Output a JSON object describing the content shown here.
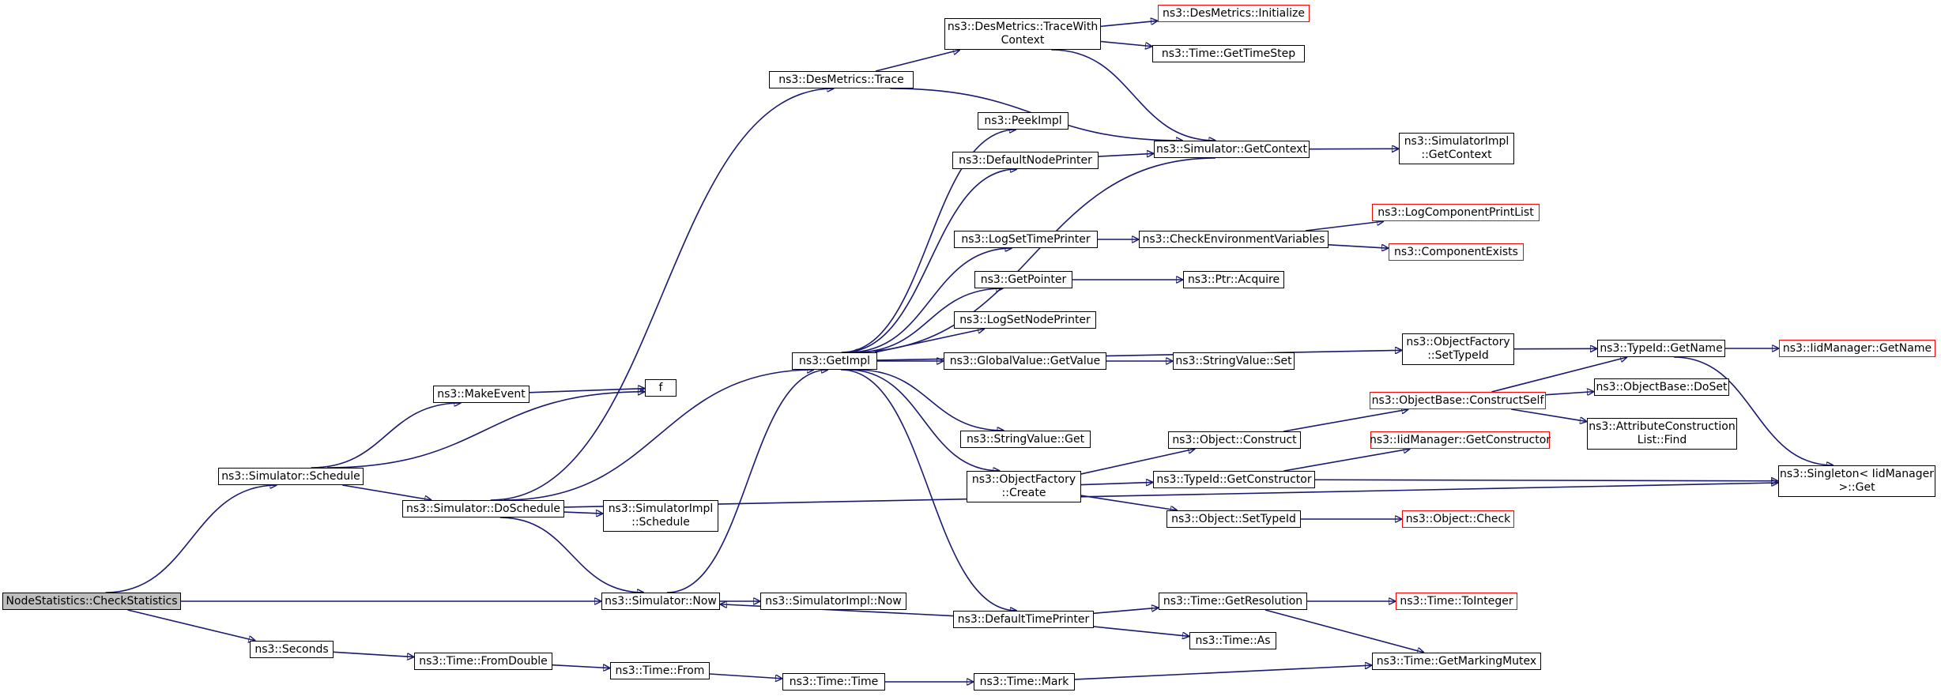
{
  "colors": {
    "edge": "#191970",
    "node_border": "#000000",
    "incomplete_border": "#ff0000",
    "root_fill": "#bfbfbf"
  },
  "nodes": [
    {
      "id": "checkstatistics",
      "label": "NodeStatistics::CheckStatistics",
      "kind": "root"
    },
    {
      "id": "schedule",
      "label": "ns3::Simulator::Schedule"
    },
    {
      "id": "makeevent",
      "label": "ns3::MakeEvent"
    },
    {
      "id": "f",
      "label": "f"
    },
    {
      "id": "doschedule",
      "label": "ns3::Simulator::DoSchedule"
    },
    {
      "id": "simimpl_schedule",
      "label": "ns3::SimulatorImpl\n::Schedule"
    },
    {
      "id": "now",
      "label": "ns3::Simulator::Now"
    },
    {
      "id": "simimpl_now",
      "label": "ns3::SimulatorImpl::Now"
    },
    {
      "id": "seconds",
      "label": "ns3::Seconds"
    },
    {
      "id": "fromdouble",
      "label": "ns3::Time::FromDouble"
    },
    {
      "id": "timefrom",
      "label": "ns3::Time::From"
    },
    {
      "id": "timetime",
      "label": "ns3::Time::Time"
    },
    {
      "id": "timemark",
      "label": "ns3::Time::Mark"
    },
    {
      "id": "getmarkingmutex",
      "label": "ns3::Time::GetMarkingMutex"
    },
    {
      "id": "desmetrics_trace",
      "label": "ns3::DesMetrics::Trace"
    },
    {
      "id": "tracewithcontext",
      "label": "ns3::DesMetrics::TraceWith\nContext"
    },
    {
      "id": "desmetrics_init",
      "label": "ns3::DesMetrics::Initialize",
      "kind": "incomplete"
    },
    {
      "id": "gettimestep",
      "label": "ns3::Time::GetTimeStep"
    },
    {
      "id": "getcontext",
      "label": "ns3::Simulator::GetContext"
    },
    {
      "id": "simimpl_getcontext",
      "label": "ns3::SimulatorImpl\n::GetContext"
    },
    {
      "id": "getimpl",
      "label": "ns3::GetImpl"
    },
    {
      "id": "peekimpl",
      "label": "ns3::PeekImpl"
    },
    {
      "id": "defaultnodeprinter",
      "label": "ns3::DefaultNodePrinter"
    },
    {
      "id": "logsettimeprinter",
      "label": "ns3::LogSetTimePrinter"
    },
    {
      "id": "checkenv",
      "label": "ns3::CheckEnvironmentVariables"
    },
    {
      "id": "logcomponentprintlist",
      "label": "ns3::LogComponentPrintList",
      "kind": "incomplete"
    },
    {
      "id": "componentexists",
      "label": "ns3::ComponentExists",
      "kind": "incomplete"
    },
    {
      "id": "getpointer",
      "label": "ns3::GetPointer"
    },
    {
      "id": "ptracquire",
      "label": "ns3::Ptr::Acquire"
    },
    {
      "id": "logsetnodeprinter",
      "label": "ns3::LogSetNodePrinter"
    },
    {
      "id": "globalvalue_getvalue",
      "label": "ns3::GlobalValue::GetValue"
    },
    {
      "id": "stringvalue_set",
      "label": "ns3::StringValue::Set"
    },
    {
      "id": "stringvalue_get",
      "label": "ns3::StringValue::Get"
    },
    {
      "id": "objectfactory_create",
      "label": "ns3::ObjectFactory\n::Create"
    },
    {
      "id": "objectfactory_settypeid",
      "label": "ns3::ObjectFactory\n::SetTypeId"
    },
    {
      "id": "typeid_getname",
      "label": "ns3::TypeId::GetName"
    },
    {
      "id": "iidmanager_getname",
      "label": "ns3::IidManager::GetName",
      "kind": "incomplete"
    },
    {
      "id": "constructself",
      "label": "ns3::ObjectBase::ConstructSelf",
      "kind": "incomplete"
    },
    {
      "id": "objectbase_doset",
      "label": "ns3::ObjectBase::DoSet"
    },
    {
      "id": "attrconstructionlist_find",
      "label": "ns3::AttributeConstruction\nList::Find"
    },
    {
      "id": "object_construct",
      "label": "ns3::Object::Construct"
    },
    {
      "id": "iidmanager_getconstructor",
      "label": "ns3::IidManager::GetConstructor",
      "kind": "incomplete"
    },
    {
      "id": "typeid_getconstructor",
      "label": "ns3::TypeId::GetConstructor"
    },
    {
      "id": "singleton_get",
      "label": "ns3::Singleton< IidManager\n>::Get"
    },
    {
      "id": "object_settypeid",
      "label": "ns3::Object::SetTypeId"
    },
    {
      "id": "object_check",
      "label": "ns3::Object::Check",
      "kind": "incomplete"
    },
    {
      "id": "defaulttimeprinter",
      "label": "ns3::DefaultTimePrinter"
    },
    {
      "id": "getresolution",
      "label": "ns3::Time::GetResolution"
    },
    {
      "id": "timeas",
      "label": "ns3::Time::As"
    },
    {
      "id": "tointeger",
      "label": "ns3::Time::ToInteger",
      "kind": "incomplete"
    }
  ],
  "edges": [
    [
      "checkstatistics",
      "schedule"
    ],
    [
      "checkstatistics",
      "now"
    ],
    [
      "checkstatistics",
      "seconds"
    ],
    [
      "schedule",
      "makeevent"
    ],
    [
      "schedule",
      "f"
    ],
    [
      "schedule",
      "doschedule"
    ],
    [
      "makeevent",
      "f"
    ],
    [
      "doschedule",
      "desmetrics_trace"
    ],
    [
      "doschedule",
      "getimpl"
    ],
    [
      "doschedule",
      "simimpl_schedule"
    ],
    [
      "doschedule",
      "now"
    ],
    [
      "doschedule",
      "singleton_get"
    ],
    [
      "now",
      "getimpl"
    ],
    [
      "now",
      "simimpl_now"
    ],
    [
      "seconds",
      "fromdouble"
    ],
    [
      "fromdouble",
      "timefrom"
    ],
    [
      "timefrom",
      "timetime"
    ],
    [
      "timetime",
      "timemark"
    ],
    [
      "timemark",
      "getmarkingmutex"
    ],
    [
      "desmetrics_trace",
      "tracewithcontext"
    ],
    [
      "desmetrics_trace",
      "getcontext"
    ],
    [
      "tracewithcontext",
      "desmetrics_init"
    ],
    [
      "tracewithcontext",
      "gettimestep"
    ],
    [
      "tracewithcontext",
      "getcontext"
    ],
    [
      "getcontext",
      "getimpl"
    ],
    [
      "getcontext",
      "simimpl_getcontext"
    ],
    [
      "getimpl",
      "peekimpl"
    ],
    [
      "getimpl",
      "defaultnodeprinter"
    ],
    [
      "getimpl",
      "logsettimeprinter"
    ],
    [
      "getimpl",
      "getpointer"
    ],
    [
      "getimpl",
      "logsetnodeprinter"
    ],
    [
      "getimpl",
      "globalvalue_getvalue"
    ],
    [
      "getimpl",
      "objectfactory_settypeid"
    ],
    [
      "getimpl",
      "stringvalue_get"
    ],
    [
      "getimpl",
      "objectfactory_create"
    ],
    [
      "getimpl",
      "defaulttimeprinter"
    ],
    [
      "defaultnodeprinter",
      "getcontext"
    ],
    [
      "logsettimeprinter",
      "checkenv"
    ],
    [
      "checkenv",
      "logcomponentprintlist"
    ],
    [
      "checkenv",
      "componentexists"
    ],
    [
      "getpointer",
      "ptracquire"
    ],
    [
      "globalvalue_getvalue",
      "stringvalue_set"
    ],
    [
      "objectfactory_settypeid",
      "typeid_getname"
    ],
    [
      "typeid_getname",
      "iidmanager_getname"
    ],
    [
      "typeid_getname",
      "singleton_get"
    ],
    [
      "objectfactory_create",
      "object_construct"
    ],
    [
      "objectfactory_create",
      "typeid_getconstructor"
    ],
    [
      "objectfactory_create",
      "object_settypeid"
    ],
    [
      "object_construct",
      "constructself"
    ],
    [
      "constructself",
      "typeid_getname"
    ],
    [
      "constructself",
      "objectbase_doset"
    ],
    [
      "constructself",
      "attrconstructionlist_find"
    ],
    [
      "typeid_getconstructor",
      "iidmanager_getconstructor"
    ],
    [
      "typeid_getconstructor",
      "singleton_get"
    ],
    [
      "object_settypeid",
      "object_check"
    ],
    [
      "defaulttimeprinter",
      "now"
    ],
    [
      "defaulttimeprinter",
      "getresolution"
    ],
    [
      "defaulttimeprinter",
      "timeas"
    ],
    [
      "getresolution",
      "tointeger"
    ],
    [
      "getresolution",
      "getmarkingmutex"
    ]
  ]
}
